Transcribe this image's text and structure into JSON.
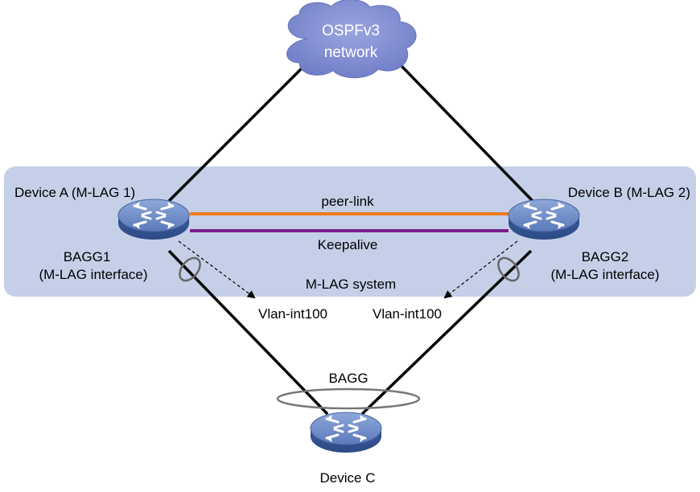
{
  "cloud": {
    "line1": "OSPFv3",
    "line2": "network"
  },
  "mlag_system": {
    "label": "M-LAG system"
  },
  "device_a": {
    "label": "Device A (M-LAG 1)",
    "agg_name": "BAGG1",
    "agg_desc": "(M-LAG interface)",
    "vlan_if": "Vlan-int100"
  },
  "device_b": {
    "label": "Device B (M-LAG 2)",
    "agg_name": "BAGG2",
    "agg_desc": "(M-LAG interface)",
    "vlan_if": "Vlan-int100"
  },
  "device_c": {
    "label": "Device C",
    "agg_name": "BAGG"
  },
  "links": {
    "peer_link": "peer-link",
    "keepalive": "Keepalive"
  },
  "colors": {
    "system_bg": "#c5d0e8",
    "peer_link": "#f07a1e",
    "keepalive": "#7a1f8a",
    "cloud": "#7d8ad0",
    "device": "#5a78b8",
    "line": "#000000"
  }
}
